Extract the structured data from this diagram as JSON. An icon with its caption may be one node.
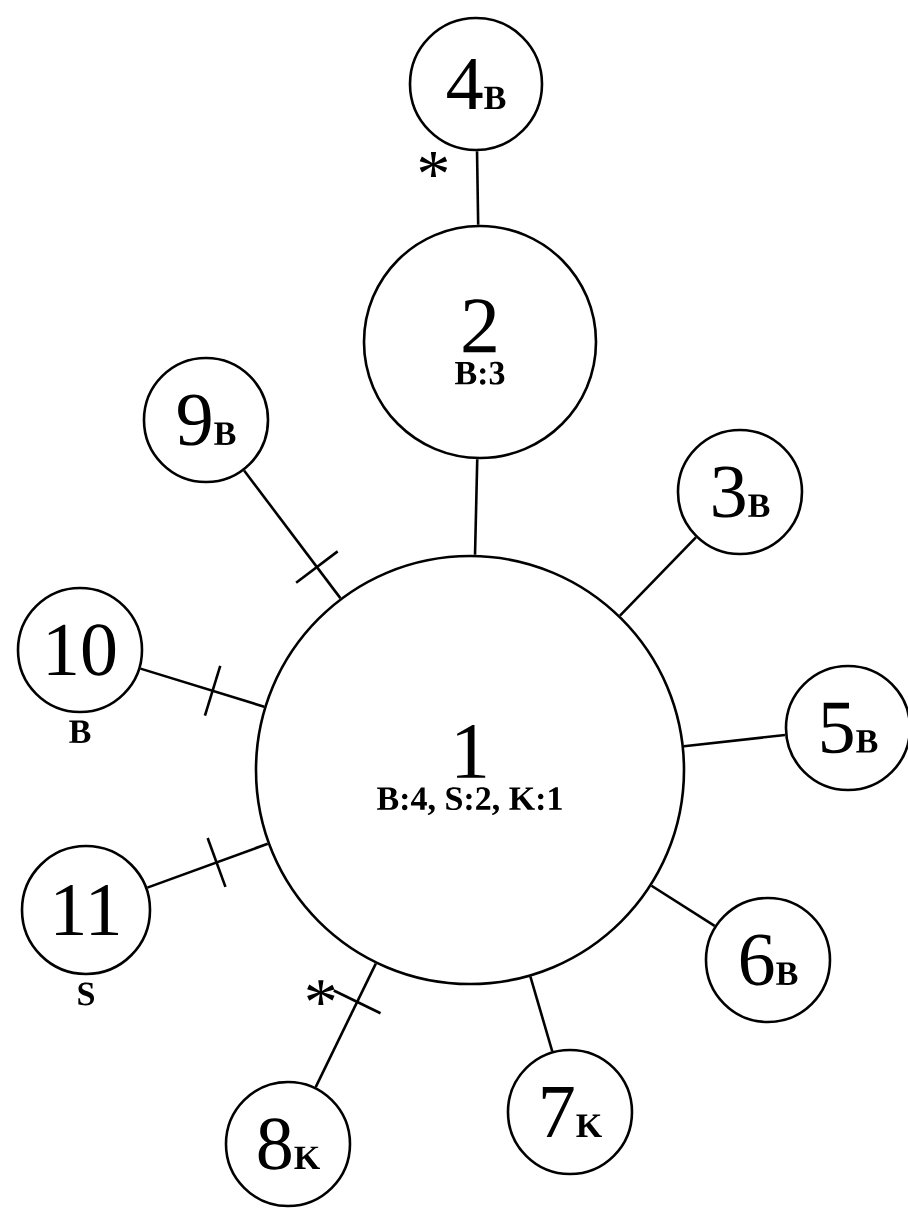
{
  "diagram": {
    "nodes": [
      {
        "text": [
          "1",
          "B:4, S:2, K:1"
        ]
      },
      {
        "text": [
          "2",
          "B:3"
        ]
      },
      {
        "text": [
          "4",
          "B"
        ]
      },
      {
        "text": [
          "9",
          "B"
        ]
      },
      {
        "text": [
          "3",
          "B"
        ]
      },
      {
        "text": [
          "10"
        ],
        "beside": [
          "B"
        ]
      },
      {
        "text": [
          "5",
          "B"
        ]
      },
      {
        "text": [
          "11"
        ],
        "beside": [
          "S"
        ]
      },
      {
        "text": [
          "6",
          "B"
        ]
      },
      {
        "text": [
          "7",
          "K"
        ]
      },
      {
        "text": [
          "8",
          "K"
        ]
      }
    ],
    "edges": [
      {
        "from": 2,
        "to": 1,
        "arrow": "none",
        "label": "*"
      },
      {
        "from": 1,
        "to": 0,
        "arrow": "none"
      },
      {
        "from": 3,
        "to": 0,
        "arrow": "none"
      },
      {
        "from": 4,
        "to": 0,
        "arrow": "none"
      },
      {
        "from": 5,
        "to": 0,
        "arrow": "none"
      },
      {
        "from": 6,
        "to": 0,
        "arrow": "none"
      },
      {
        "from": 7,
        "to": 0,
        "arrow": "none"
      },
      {
        "from": 8,
        "to": 0,
        "arrow": "none"
      },
      {
        "from": 9,
        "to": 0,
        "arrow": "none"
      },
      {
        "from": 10,
        "to": 0,
        "arrow": "none",
        "label": "*"
      }
    ]
  }
}
